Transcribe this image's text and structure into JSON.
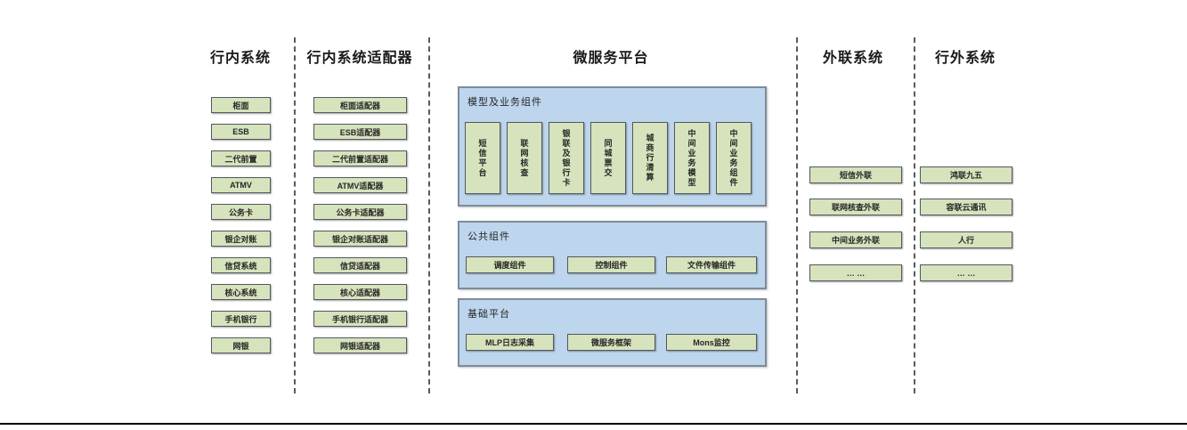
{
  "diagram": {
    "colors": {
      "node_fill": "#d6e3bc",
      "node_border": "#53585e",
      "container_fill": "#bdd6ee",
      "container_border": "#7e8b9a",
      "separator": "#3f3f3f",
      "text": "#262626"
    },
    "columns": {
      "internal": {
        "title": "行内系统",
        "items": [
          "柜面",
          "ESB",
          "二代前置",
          "ATMV",
          "公务卡",
          "银企对账",
          "信贷系统",
          "核心系统",
          "手机银行",
          "网银"
        ]
      },
      "adapters": {
        "title": "行内系统适配器",
        "items": [
          "柜面适配器",
          "ESB适配器",
          "二代前置适配器",
          "ATMV适配器",
          "公务卡适配器",
          "银企对账适配器",
          "信贷适配器",
          "核心适配器",
          "手机银行适配器",
          "网银适配器"
        ]
      },
      "platform": {
        "title": "微服务平台",
        "groups": [
          {
            "title": "模型及业务组件",
            "items": [
              "短信平台",
              "联网核查",
              "银联及银行卡",
              "同城票交",
              "城商行清算",
              "中间业务模型",
              "中间业务组件"
            ]
          },
          {
            "title": "公共组件",
            "items": [
              "调度组件",
              "控制组件",
              "文件传输组件"
            ]
          },
          {
            "title": "基础平台",
            "items": [
              "MLP日志采集",
              "微服务框架",
              "Mons监控"
            ]
          }
        ]
      },
      "outreach": {
        "title": "外联系统",
        "items": [
          "短信外联",
          "联网核查外联",
          "中间业务外联",
          "… …"
        ]
      },
      "external": {
        "title": "行外系统",
        "items": [
          "鸿联九五",
          "容联云通讯",
          "人行",
          "… …"
        ]
      }
    }
  }
}
